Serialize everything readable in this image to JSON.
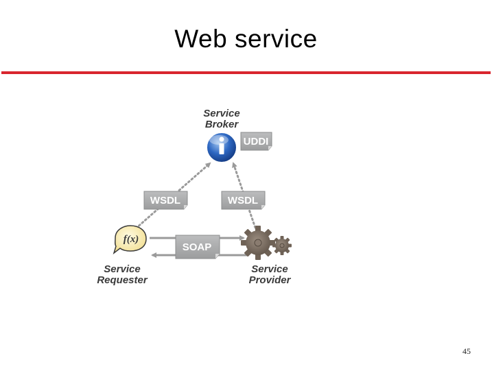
{
  "slide": {
    "title": "Web service",
    "page_number": "45"
  },
  "diagram": {
    "broker": {
      "label_line1": "Service",
      "label_line2": "Broker",
      "registry_tag": "UDDI",
      "icon": "info-icon"
    },
    "requester": {
      "label_line1": "Service",
      "label_line2": "Requester",
      "icon_text": "f(x)",
      "icon": "function-bubble-icon"
    },
    "provider": {
      "label_line1": "Service",
      "label_line2": "Provider",
      "icon": "gears-icon"
    },
    "tags": {
      "wsdl_left": "WSDL",
      "wsdl_right": "WSDL",
      "soap": "SOAP"
    },
    "colors": {
      "accent_rule": "#d9262e",
      "tag_fill": "#a9aaab",
      "arrow": "#9a9a9a"
    }
  }
}
